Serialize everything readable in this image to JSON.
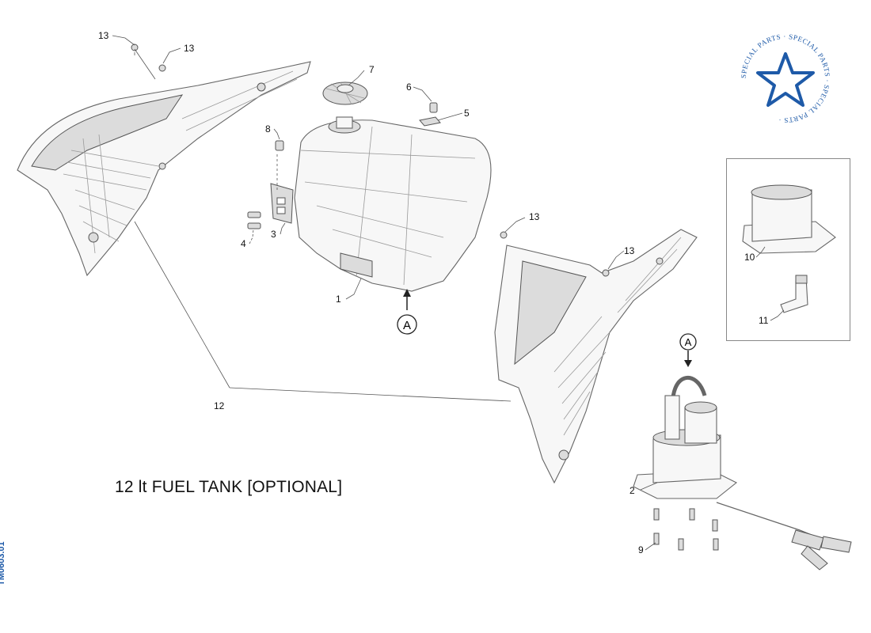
{
  "caption": "12 lt FUEL TANK [OPTIONAL]",
  "drawing_code": "TM0603.01",
  "stamp": {
    "ring_text": "SPECIAL PARTS · SPECIAL PARTS · SPECIAL PARTS ·",
    "color": "#1e5aa8",
    "icon": "star-icon"
  },
  "view_marker": "A",
  "callouts": {
    "c1": "1",
    "c2": "2",
    "c3": "3",
    "c4": "4",
    "c5": "5",
    "c6": "6",
    "c7": "7",
    "c8": "8",
    "c9": "9",
    "c10": "10",
    "c11": "11",
    "c12": "12",
    "c13a": "13",
    "c13b": "13",
    "c13c": "13",
    "c13d": "13"
  }
}
